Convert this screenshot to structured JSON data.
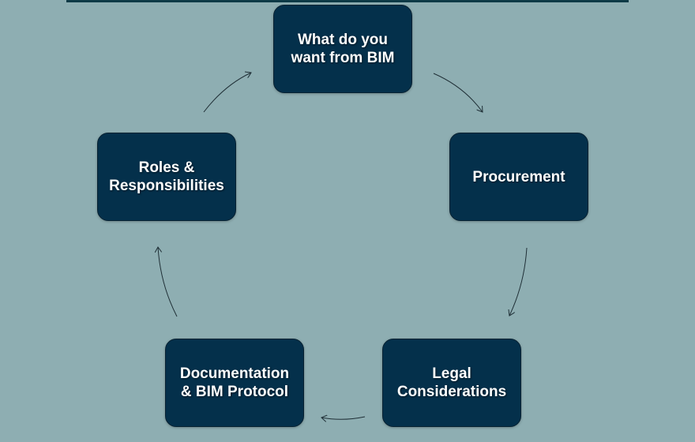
{
  "diagram": {
    "type": "cycle",
    "nodes": [
      {
        "id": "want-from-bim",
        "label": "What do you\nwant from BIM"
      },
      {
        "id": "procurement",
        "label": "Procurement"
      },
      {
        "id": "legal-considerations",
        "label": "Legal\nConsiderations"
      },
      {
        "id": "documentation-bim-protocol",
        "label": "Documentation\n& BIM Protocol"
      },
      {
        "id": "roles-responsibilities",
        "label": "Roles &\nResponsibilities"
      }
    ],
    "edges": [
      {
        "from": "want-from-bim",
        "to": "procurement"
      },
      {
        "from": "procurement",
        "to": "legal-considerations"
      },
      {
        "from": "legal-considerations",
        "to": "documentation-bim-protocol"
      },
      {
        "from": "documentation-bim-protocol",
        "to": "roles-responsibilities"
      },
      {
        "from": "roles-responsibilities",
        "to": "want-from-bim"
      }
    ]
  },
  "colors": {
    "background": "#8eaeb2",
    "node_fill": "#04304b",
    "node_text": "#ffffff",
    "arrow": "#1f2f36",
    "top_bar": "#0e3a46"
  }
}
